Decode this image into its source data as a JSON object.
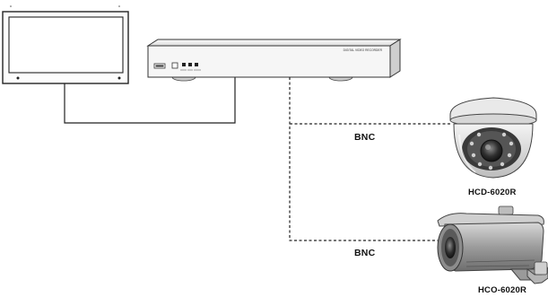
{
  "recorder": {
    "brand_text": "DIGITAL VIDEO RECORDER"
  },
  "links": [
    {
      "label": "BNC"
    },
    {
      "label": "BNC"
    }
  ],
  "cameras": [
    {
      "model": "HCD-6020R",
      "icon": "dome-camera-icon"
    },
    {
      "model": "HCO-6020R",
      "icon": "bullet-camera-icon"
    }
  ]
}
